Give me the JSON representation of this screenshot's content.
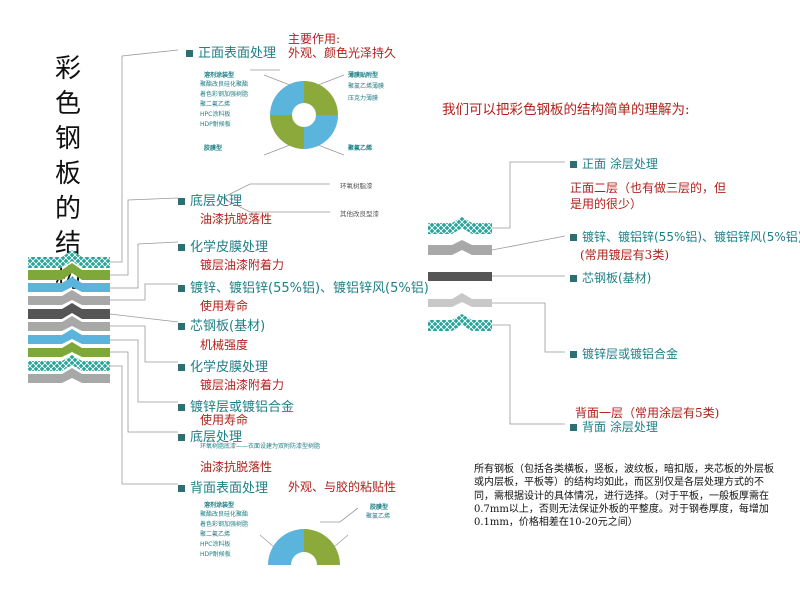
{
  "title_chars": [
    "彩",
    "色",
    "钢",
    "板",
    "的",
    "结",
    "构"
  ],
  "left": {
    "front_surface": "正面表面处理",
    "main_function_title": "主要作用:",
    "main_function_desc": "外观、颜色光泽持久",
    "top_pie": {
      "left_head": "溶剂涂装型",
      "left_items": [
        "聚酯改良硅化聚酯",
        "着色彩钢加强树脂",
        "聚二氟乙烯",
        "HPC涂料板",
        "HDP耐候板"
      ],
      "right_head": "薄膜贴附型",
      "right_items": [
        "聚氯乙烯薄膜",
        "压克力薄膜"
      ],
      "bottom_left": "胶膜型",
      "bottom_right": "聚氟乙烯"
    },
    "primer": "底层处理",
    "primer_opt1": "环氧树脂漆",
    "primer_opt2": "其他改良型漆",
    "primer_desc": "油漆抗脱落性",
    "chem1": "化学皮膜处理",
    "chem1_desc": "镀层油漆附着力",
    "plating1": "镀锌、镀铝锌(55%铝)、镀铝锌风(5%铝)",
    "plating1_desc": "使用寿命",
    "core": "芯钢板(基材)",
    "core_desc": "机械强度",
    "chem2": "化学皮膜处理",
    "chem2_desc": "镀层油漆附着力",
    "plating2": "镀锌层或镀铝合金",
    "plating2_desc": "使用寿命",
    "primer2": "底层处理",
    "primer2_small": "环氧树脂底漆——衣面设建为双附防漆型树脂",
    "primer2_desc": "油漆抗脱落性",
    "back_surface": "背面表面处理",
    "back_desc": "外观、与胶的粘贴性",
    "bottom_pie": {
      "left_head": "溶剂涂装型",
      "left_items": [
        "聚酯改良硅化聚酯",
        "着色彩钢加强树脂",
        "聚二氟乙烯",
        "HPC涂料板",
        "HDP耐候板"
      ],
      "right_head": "胶膜型",
      "right_items": [
        "聚氯乙烯"
      ]
    }
  },
  "right": {
    "heading": "我们可以把彩色钢板的结构简单的理解为:",
    "front": "正面 涂层处理",
    "front_desc": "正面二层（也有做三层的，但是用的很少）",
    "plating": "镀锌、镀铝锌(55%铝)、镀铝锌风(5%铝)",
    "plating_desc": "(常用镀层有3类)",
    "core": "芯钢板(基材)",
    "plating2": "镀锌层或镀铝合金",
    "back_desc": "背面一层（常用涂层有5类)",
    "back": "背面 涂层处理",
    "note": "所有钢板（包括各类横板，竖板，波纹板，暗扣版，夹芯板的外层板或内层板，平板等）的结构均如此，而区别仅是各层处理方式的不同，需根据设计的具体情况，进行选择。（对于平板，一般板厚需在0.7mm以上，否则无法保证外板的平整度。对于钢卷厚度，每增加0.1mm，价格相差在10-20元之间）"
  },
  "colors": {
    "teal": "#1f7f86",
    "red": "#b0211c",
    "green": "#8caa3c",
    "blue": "#5ab4dc",
    "gray": "#a0a0a0",
    "dark": "#505050"
  }
}
